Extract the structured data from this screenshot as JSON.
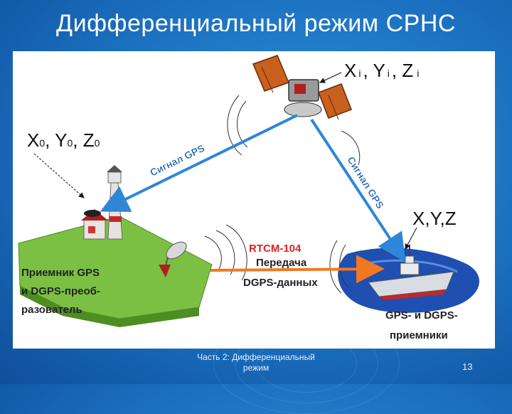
{
  "title": "Дифференциальный режим СРНС",
  "diagram": {
    "satellite_coords": {
      "x": "X",
      "xi": "i",
      "y": "Y",
      "yi": "i",
      "z": "Z",
      "zi": "i"
    },
    "base_coords": {
      "x": "X",
      "xs": "0",
      "y": "Y",
      "ys": "0",
      "z": "Z",
      "zs": "0"
    },
    "ship_coords": "X,Y,Z",
    "signal_left": "Сигнал GPS",
    "signal_right": "Сигнал GPS",
    "rtcm_label": "RTCM-104",
    "transfer_line1": "Передача",
    "transfer_line2": "DGPS-данных",
    "base_caption": [
      "Приемник GPS",
      "и DGPS-преоб-",
      "разователь"
    ],
    "ship_caption": [
      "GPS- и DGPS-",
      "приемники"
    ],
    "colors": {
      "signal": "#2f86d8",
      "transfer": "#f07820",
      "rtcm": "#e02020",
      "ground": "#7bc043",
      "sea": "#1f4fb0"
    }
  },
  "footer": {
    "section_line1": "Часть 2: Дифференциальный",
    "section_line2": "режим",
    "page": "13"
  }
}
